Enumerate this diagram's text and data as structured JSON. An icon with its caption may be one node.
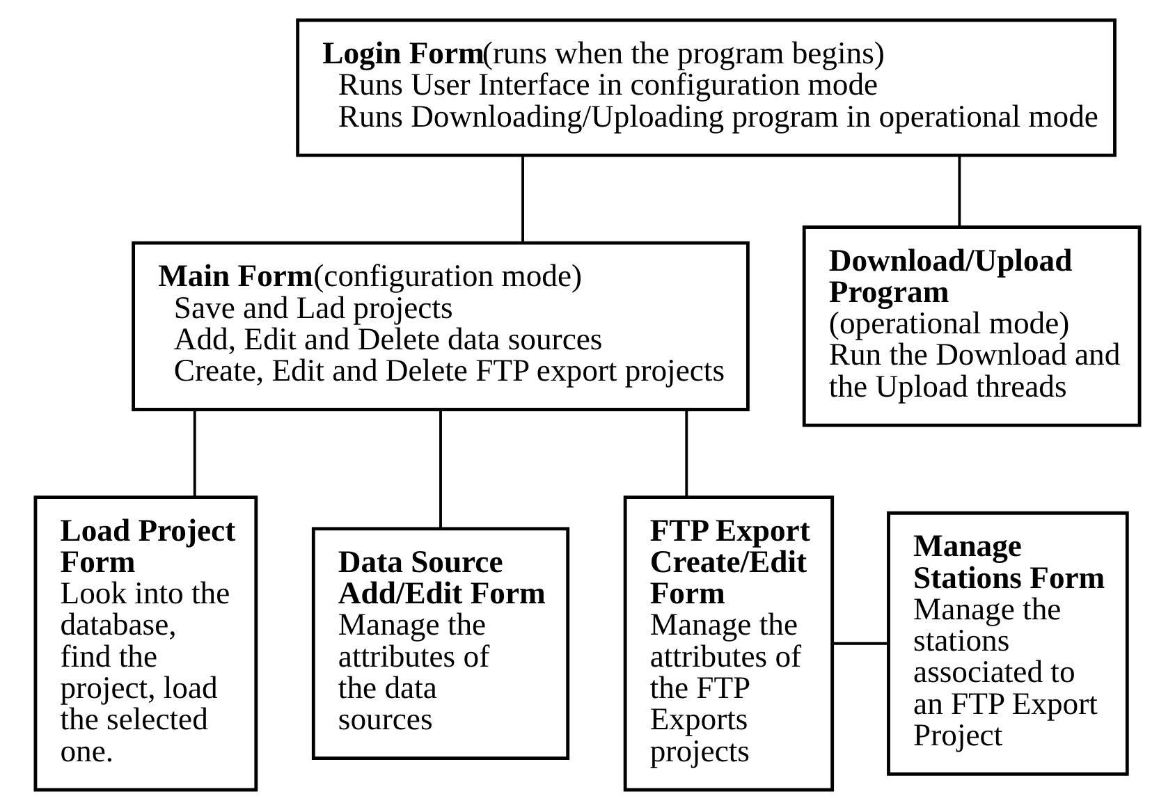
{
  "diagram": {
    "nodes": [
      {
        "text": [
          "Login Form",
          "(runs when the program begins)",
          "Runs User Interface in configuration mode",
          "Runs Downloading/Uploading program in operational mode"
        ]
      },
      {
        "text": [
          "Main Form",
          "(configuration mode)",
          "Save and Lad projects",
          "Add, Edit and Delete data sources",
          "Create, Edit and Delete FTP export projects"
        ]
      },
      {
        "text": [
          "Download/Upload Program",
          "(operational mode)",
          "Run the Download and the Upload threads"
        ]
      },
      {
        "text": [
          "Load Project Form",
          "Look into the database, find the project, load the selected one."
        ]
      },
      {
        "text": [
          "Data Source Add/Edit Form",
          "Manage the attributes of the data sources"
        ]
      },
      {
        "text": [
          "FTP Export Create/Edit Form",
          "Manage the attributes of the FTP Exports projects"
        ]
      },
      {
        "text": [
          "Manage Stations Form",
          "Manage the stations associated to an FTP Export Project"
        ]
      }
    ],
    "edges": [
      {
        "from": 0,
        "to": 1,
        "arrow": "none"
      },
      {
        "from": 0,
        "to": 2,
        "arrow": "none"
      },
      {
        "from": 1,
        "to": 3,
        "arrow": "none"
      },
      {
        "from": 1,
        "to": 4,
        "arrow": "none"
      },
      {
        "from": 1,
        "to": 5,
        "arrow": "none"
      },
      {
        "from": 5,
        "to": 6,
        "arrow": "none"
      }
    ]
  }
}
